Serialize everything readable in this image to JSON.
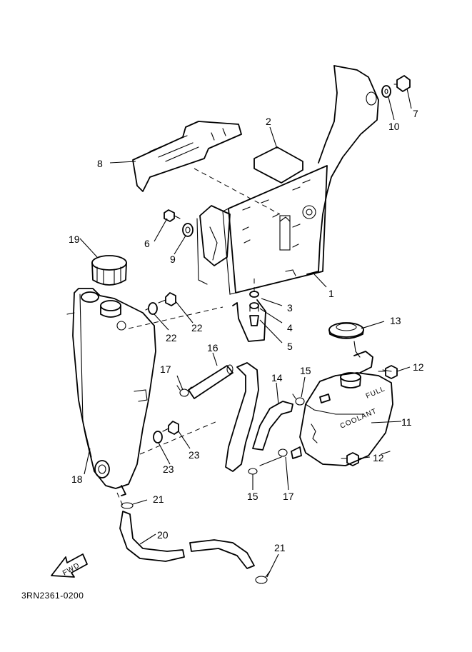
{
  "diagram": {
    "drawing_code": "3RN2361-0200",
    "direction_label": "FWD",
    "embossed": {
      "full": "FULL",
      "coolant": "COOLANT"
    },
    "callouts": [
      {
        "id": "c1",
        "label": "1"
      },
      {
        "id": "c2",
        "label": "2"
      },
      {
        "id": "c3",
        "label": "3"
      },
      {
        "id": "c4",
        "label": "4"
      },
      {
        "id": "c5",
        "label": "5"
      },
      {
        "id": "c6",
        "label": "6"
      },
      {
        "id": "c7",
        "label": "7"
      },
      {
        "id": "c8",
        "label": "8"
      },
      {
        "id": "c9",
        "label": "9"
      },
      {
        "id": "c10",
        "label": "10"
      },
      {
        "id": "c11",
        "label": "11"
      },
      {
        "id": "c12a",
        "label": "12"
      },
      {
        "id": "c12b",
        "label": "12"
      },
      {
        "id": "c13",
        "label": "13"
      },
      {
        "id": "c14",
        "label": "14"
      },
      {
        "id": "c15a",
        "label": "15"
      },
      {
        "id": "c15b",
        "label": "15"
      },
      {
        "id": "c16",
        "label": "16"
      },
      {
        "id": "c17a",
        "label": "17"
      },
      {
        "id": "c17b",
        "label": "17"
      },
      {
        "id": "c18",
        "label": "18"
      },
      {
        "id": "c19",
        "label": "19"
      },
      {
        "id": "c20",
        "label": "20"
      },
      {
        "id": "c21a",
        "label": "21"
      },
      {
        "id": "c21b",
        "label": "21"
      },
      {
        "id": "c22a",
        "label": "22"
      },
      {
        "id": "c22b",
        "label": "22"
      },
      {
        "id": "c23a",
        "label": "23"
      },
      {
        "id": "c23b",
        "label": "23"
      }
    ]
  }
}
